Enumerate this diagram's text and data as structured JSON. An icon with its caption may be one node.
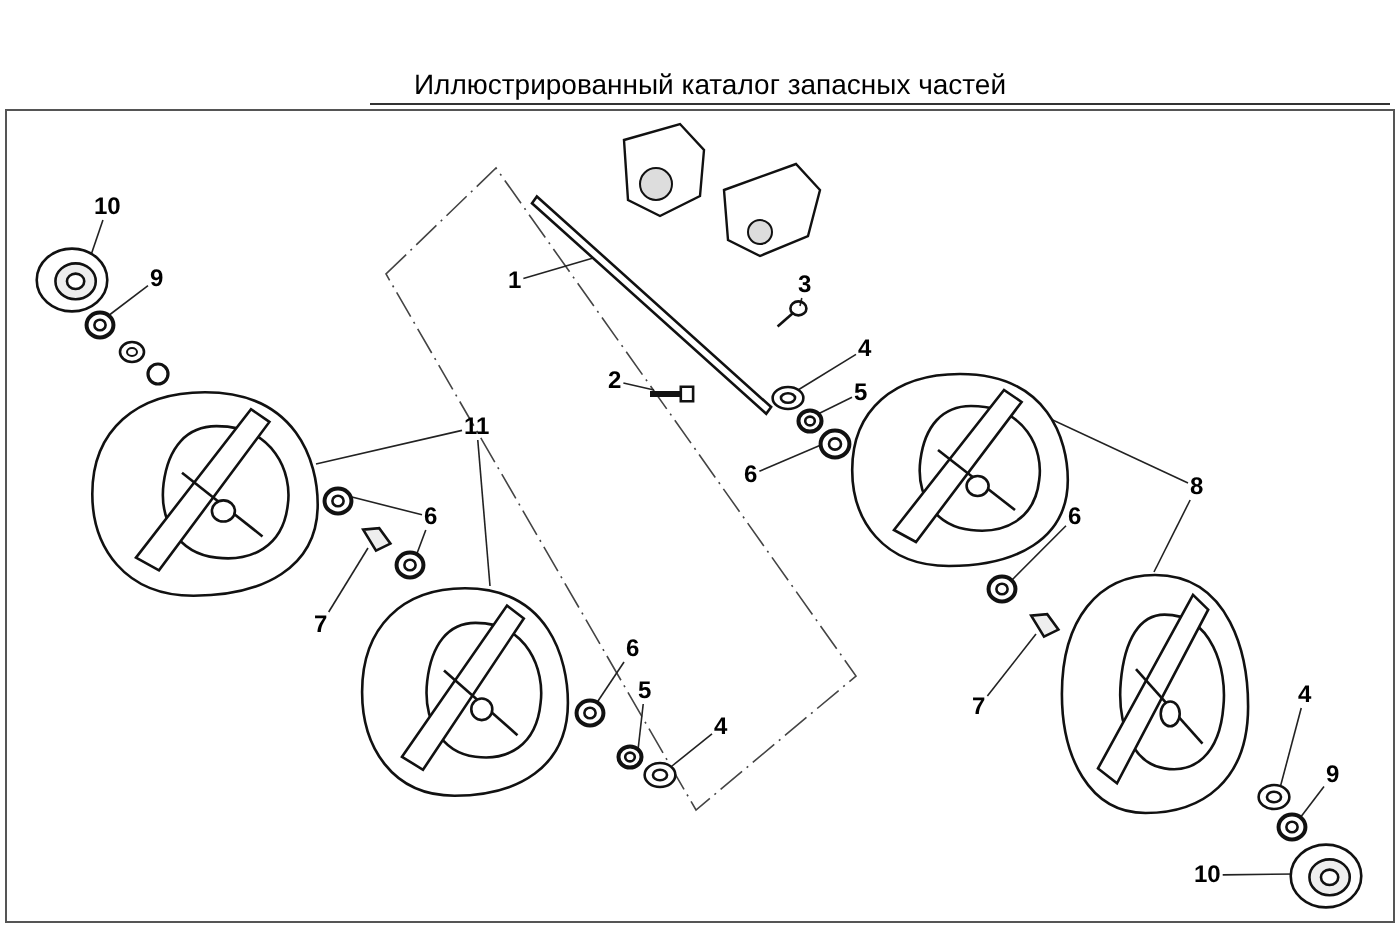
{
  "diagram": {
    "title": "Иллюстрированный каталог запасных частей",
    "nodes": [
      {
        "text": [
          "10"
        ]
      },
      {
        "text": [
          "9"
        ]
      },
      {
        "text": [
          "1"
        ]
      },
      {
        "text": [
          "3"
        ]
      },
      {
        "text": [
          "4"
        ]
      },
      {
        "text": [
          "2"
        ]
      },
      {
        "text": [
          "5"
        ]
      },
      {
        "text": [
          "11"
        ]
      },
      {
        "text": [
          "6"
        ]
      },
      {
        "text": [
          "8"
        ]
      },
      {
        "text": [
          "6"
        ]
      },
      {
        "text": [
          "6"
        ]
      },
      {
        "text": [
          "7"
        ]
      },
      {
        "text": [
          "6"
        ]
      },
      {
        "text": [
          "5"
        ]
      },
      {
        "text": [
          "7"
        ]
      },
      {
        "text": [
          "4"
        ]
      },
      {
        "text": [
          "4"
        ]
      },
      {
        "text": [
          "9"
        ]
      },
      {
        "text": [
          "10"
        ]
      },
      {
        "text": [],
        "shape": "picture"
      },
      {
        "text": [],
        "shape": "picture"
      },
      {
        "text": [],
        "shape": "picture"
      },
      {
        "text": [],
        "shape": "picture"
      },
      {
        "text": [],
        "shape": "picture"
      },
      {
        "text": [],
        "shape": "picture"
      },
      {
        "text": [],
        "shape": "picture"
      },
      {
        "text": [],
        "shape": "picture"
      },
      {
        "text": [],
        "shape": "picture"
      },
      {
        "text": [],
        "shape": "picture"
      },
      {
        "text": [],
        "shape": "picture"
      },
      {
        "text": [],
        "shape": "picture"
      },
      {
        "text": [],
        "shape": "picture"
      },
      {
        "text": [],
        "shape": "picture"
      },
      {
        "text": [],
        "shape": "picture"
      },
      {
        "text": [],
        "shape": "picture"
      },
      {
        "text": [],
        "shape": "picture"
      },
      {
        "text": [],
        "shape": "picture"
      },
      {
        "text": [],
        "shape": "picture"
      },
      {
        "text": [],
        "shape": "picture"
      },
      {
        "text": [],
        "shape": "picture"
      },
      {
        "text": [],
        "shape": "picture"
      },
      {
        "text": [],
        "shape": "picture"
      }
    ],
    "edges": [
      {
        "from": 0,
        "to": 20,
        "arrow": "none"
      },
      {
        "from": 1,
        "to": 21,
        "arrow": "none"
      },
      {
        "from": 2,
        "to": 22,
        "arrow": "none"
      },
      {
        "from": 3,
        "to": 23,
        "arrow": "none"
      },
      {
        "from": 4,
        "to": 24,
        "arrow": "none"
      },
      {
        "from": 5,
        "to": 26,
        "arrow": "none"
      },
      {
        "from": 6,
        "to": 25,
        "arrow": "none"
      },
      {
        "from": 7,
        "to": 27,
        "arrow": "none"
      },
      {
        "from": 7,
        "to": 28,
        "arrow": "none"
      },
      {
        "from": 8,
        "to": 29,
        "arrow": "none"
      },
      {
        "from": 9,
        "to": 30,
        "arrow": "none"
      },
      {
        "from": 9,
        "to": 31,
        "arrow": "none"
      },
      {
        "from": 10,
        "to": 32,
        "arrow": "none"
      },
      {
        "from": 10,
        "to": 33,
        "arrow": "none"
      },
      {
        "from": 11,
        "to": 34,
        "arrow": "none"
      },
      {
        "from": 12,
        "to": 35,
        "arrow": "none"
      },
      {
        "from": 13,
        "to": 36,
        "arrow": "none"
      },
      {
        "from": 14,
        "to": 37,
        "arrow": "none"
      },
      {
        "from": 15,
        "to": 38,
        "arrow": "none"
      },
      {
        "from": 16,
        "to": 39,
        "arrow": "none"
      },
      {
        "from": 17,
        "to": 40,
        "arrow": "none"
      },
      {
        "from": 18,
        "to": 41,
        "arrow": "none"
      },
      {
        "from": 19,
        "to": 42,
        "arrow": "none"
      }
    ]
  }
}
